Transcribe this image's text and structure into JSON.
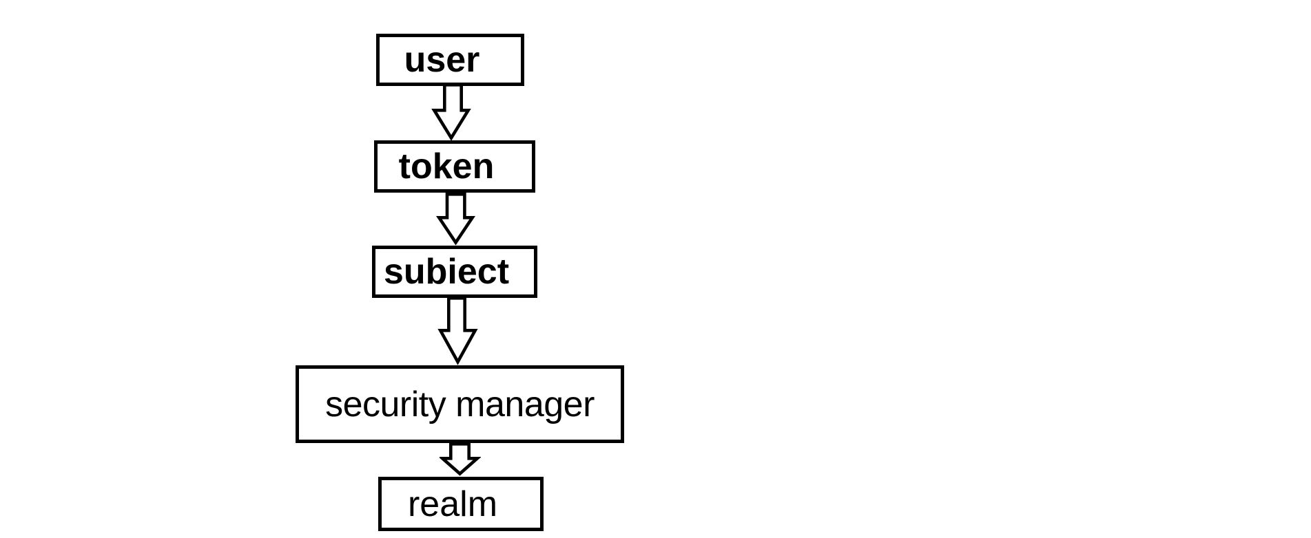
{
  "diagram": {
    "type": "flowchart",
    "colors": {
      "background": "#ffffff",
      "node_fill": "#ffffff",
      "line": "#000000",
      "text": "#000000"
    },
    "nodes": [
      {
        "id": "user",
        "label": "user",
        "emphasis": "bold"
      },
      {
        "id": "token",
        "label": "token",
        "emphasis": "bold"
      },
      {
        "id": "subiect",
        "label": "subiect",
        "emphasis": "bold"
      },
      {
        "id": "security-manager",
        "label": "security manager",
        "emphasis": "regular"
      },
      {
        "id": "realm",
        "label": "realm",
        "emphasis": "regular"
      }
    ],
    "edges": [
      {
        "from": "user",
        "to": "token",
        "direction": "down",
        "style": "hollow-block-arrow"
      },
      {
        "from": "token",
        "to": "subiect",
        "direction": "down",
        "style": "hollow-block-arrow"
      },
      {
        "from": "subiect",
        "to": "security-manager",
        "direction": "down",
        "style": "hollow-block-arrow"
      },
      {
        "from": "security-manager",
        "to": "realm",
        "direction": "down",
        "style": "hollow-block-arrow"
      }
    ]
  }
}
